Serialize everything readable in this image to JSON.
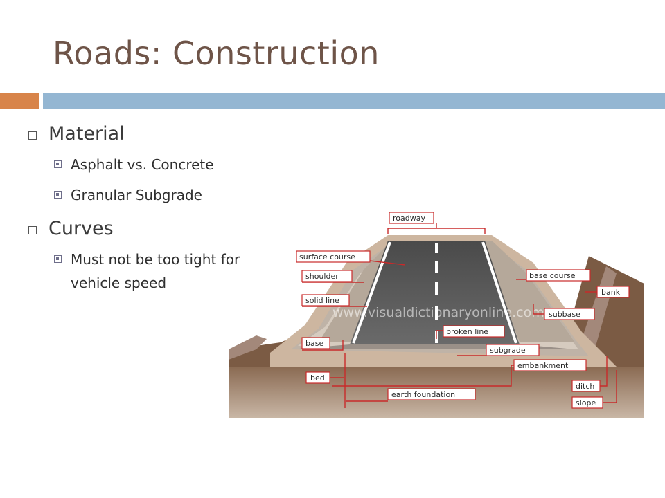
{
  "slide": {
    "title": "Roads: Construction"
  },
  "bullets": {
    "material": {
      "label": "Material",
      "items": [
        "Asphalt vs. Concrete",
        "Granular Subgrade"
      ]
    },
    "curves": {
      "label": "Curves",
      "items": [
        "Must not be too tight for vehicle speed"
      ]
    }
  },
  "diagram": {
    "watermark": "www.visualdictionaryonline.com",
    "labels": {
      "roadway": "roadway",
      "surface_course": "surface course",
      "shoulder": "shoulder",
      "solid_line": "solid line",
      "base": "base",
      "bed": "bed",
      "broken_line": "broken line",
      "subgrade": "subgrade",
      "embankment": "embankment",
      "earth_foundation": "earth foundation",
      "base_course": "base course",
      "bank": "bank",
      "subbase": "subbase",
      "ditch": "ditch",
      "slope": "slope"
    }
  },
  "colors": {
    "title": "#6e5448",
    "accent_orange": "#d8844a",
    "accent_blue": "#94b6d2",
    "label_outline": "#c82a2a"
  }
}
